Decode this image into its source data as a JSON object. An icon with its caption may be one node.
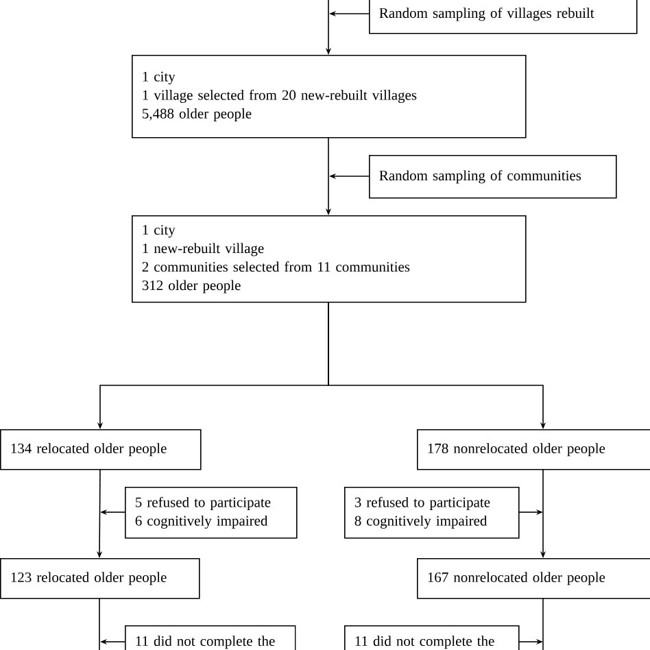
{
  "diagram": {
    "nodes": [
      {
        "text": [
          "Random sampling of villages rebuilt"
        ]
      },
      {
        "text": [
          "1 city",
          "1 village selected from 20 new-rebuilt villages",
          "5,488 older people"
        ]
      },
      {
        "text": [
          "Random sampling of communities"
        ]
      },
      {
        "text": [
          "1 city",
          "1 new-rebuilt village",
          "2 communities selected from 11 communities",
          "312 older people"
        ]
      },
      {
        "text": [
          "134 relocated older people"
        ]
      },
      {
        "text": [
          "178 nonrelocated older people"
        ]
      },
      {
        "text": [
          "5 refused to participate",
          "6 cognitively impaired"
        ]
      },
      {
        "text": [
          "3 refused to participate",
          "8 cognitively impaired"
        ]
      },
      {
        "text": [
          "123 relocated older people"
        ]
      },
      {
        "text": [
          "167 nonrelocated older people"
        ]
      },
      {
        "text": [
          "11 did not complete the"
        ]
      },
      {
        "text": [
          "11 did not complete the"
        ]
      }
    ],
    "edges": [
      {
        "from": null,
        "to": 1,
        "arrow": "to"
      },
      {
        "from": 0,
        "to": null,
        "arrow": "to"
      },
      {
        "from": 1,
        "to": 3,
        "arrow": "to"
      },
      {
        "from": 2,
        "to": null,
        "arrow": "to"
      },
      {
        "from": 3,
        "to": 4,
        "arrow": "to"
      },
      {
        "from": 3,
        "to": 5,
        "arrow": "to"
      },
      {
        "from": 4,
        "to": 8,
        "arrow": "to"
      },
      {
        "from": 5,
        "to": 9,
        "arrow": "to"
      },
      {
        "from": 6,
        "to": null,
        "arrow": "to"
      },
      {
        "from": 7,
        "to": null,
        "arrow": "to"
      },
      {
        "from": 8,
        "to": null,
        "arrow": "none"
      },
      {
        "from": 9,
        "to": null,
        "arrow": "none"
      },
      {
        "from": 10,
        "to": null,
        "arrow": "to"
      },
      {
        "from": 11,
        "to": null,
        "arrow": "to"
      }
    ]
  }
}
